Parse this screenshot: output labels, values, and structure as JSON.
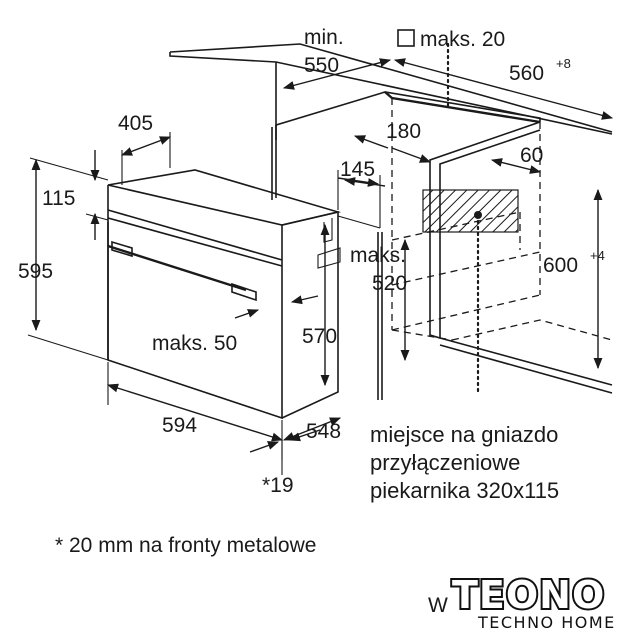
{
  "dimensions": {
    "min_label": "min.",
    "min_value": "550",
    "maks_label": "maks. 20",
    "cutout_width": "560",
    "cutout_width_tol": "+8",
    "d405": "405",
    "d180": "180",
    "d60": "60",
    "d115": "115",
    "d145": "145",
    "d595": "595",
    "maks_label2": "maks.",
    "d520": "520",
    "cutout_height": "600",
    "cutout_height_tol": "+4",
    "maks50": "maks. 50",
    "d570": "570",
    "d594": "594",
    "d548": "548",
    "d19": "*19"
  },
  "socket_note": {
    "line1": "miejsce na gniazdo",
    "line2": "przyłączeniowe",
    "line3": "piekarnika 320x115"
  },
  "footnote": "* 20 mm na fronty metalowe",
  "logo": {
    "prefix": "W",
    "name": "TEONO",
    "tagline": "TECHNO HOME"
  }
}
